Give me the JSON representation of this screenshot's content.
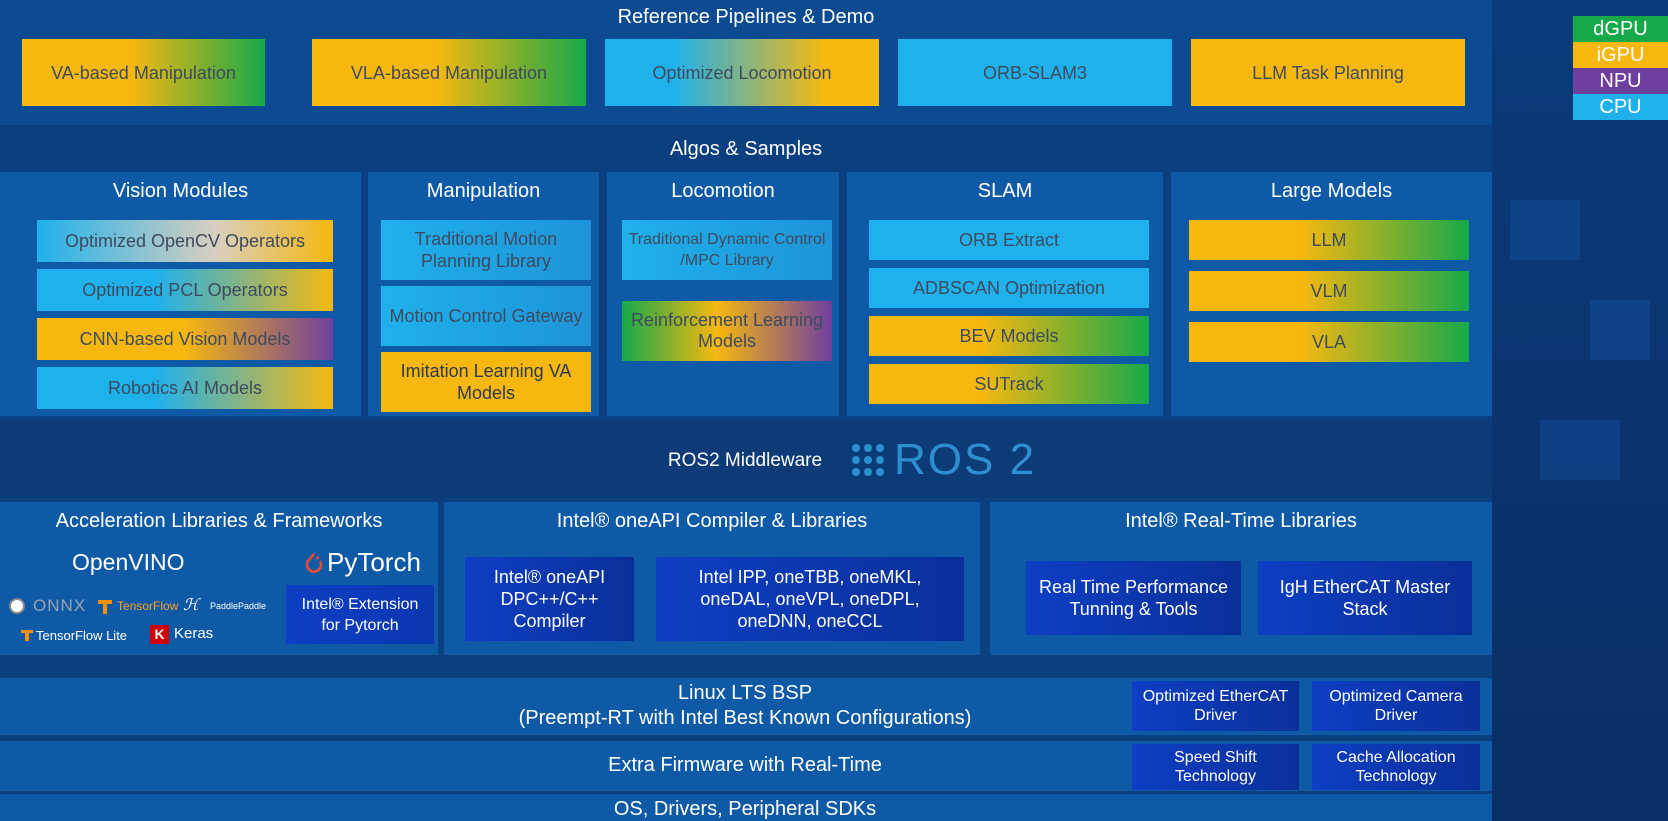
{
  "legend": [
    {
      "label": "dGPU",
      "color": "#16a94a"
    },
    {
      "label": "iGPU",
      "color": "#f6b80f"
    },
    {
      "label": "NPU",
      "color": "#6f3fa0"
    },
    {
      "label": "CPU",
      "color": "#1fb1ec"
    }
  ],
  "reference": {
    "title": "Reference Pipelines & Demo",
    "items": [
      "VA-based Manipulation",
      "VLA-based Manipulation",
      "Optimized Locomotion",
      "ORB-SLAM3",
      "LLM Task Planning"
    ]
  },
  "algos": {
    "title": "Algos & Samples",
    "vision": {
      "title": "Vision Modules",
      "items": [
        "Optimized OpenCV Operators",
        "Optimized PCL Operators",
        "CNN-based Vision Models",
        "Robotics AI Models"
      ]
    },
    "manipulation": {
      "title": "Manipulation",
      "items": [
        "Traditional Motion Planning Library",
        "Motion Control Gateway",
        "Imitation Learning VA Models"
      ]
    },
    "locomotion": {
      "title": "Locomotion",
      "items": [
        "Traditional Dynamic Control /MPC Library",
        "Reinforcement Learning Models"
      ]
    },
    "slam": {
      "title": "SLAM",
      "items": [
        "ORB Extract",
        "ADBSCAN Optimization",
        "BEV Models",
        "SUTrack"
      ]
    },
    "large": {
      "title": "Large Models",
      "items": [
        "LLM",
        "VLM",
        "VLA"
      ]
    }
  },
  "ros": {
    "label": "ROS2 Middleware",
    "logo": "ROS 2"
  },
  "accel": {
    "title": "Acceleration Libraries  & Frameworks",
    "openvino": "OpenVINO",
    "pytorch": "PyTorch",
    "onnx": "ONNX",
    "tensorflow": "TensorFlow",
    "paddle": "PaddlePaddle",
    "tflite": "TensorFlow Lite",
    "keras": "Keras",
    "ipex": "Intel® Extension for Pytorch"
  },
  "oneapi": {
    "title": "Intel® oneAPI Compiler & Libraries",
    "compiler": "Intel® oneAPI DPC++/C++ Compiler",
    "libs": "Intel IPP, oneTBB, oneMKL, oneDAL, oneVPL, oneDPL, oneDNN, oneCCL"
  },
  "rt": {
    "title": "Intel® Real-Time Libraries",
    "tools": "Real Time Performance Tunning & Tools",
    "ethercat": "IgH EtherCAT Master Stack"
  },
  "linux": {
    "line1": "Linux LTS BSP",
    "line2": "(Preempt-RT with Intel Best Known Configurations)",
    "eth_driver": "Optimized EtherCAT Driver",
    "cam_driver": "Optimized Camera Driver"
  },
  "firmware": {
    "label": "Extra Firmware with Real-Time",
    "speed": "Speed Shift Technology",
    "cache": "Cache Allocation Technology"
  },
  "os": {
    "label": "OS, Drivers, Peripheral SDKs"
  }
}
